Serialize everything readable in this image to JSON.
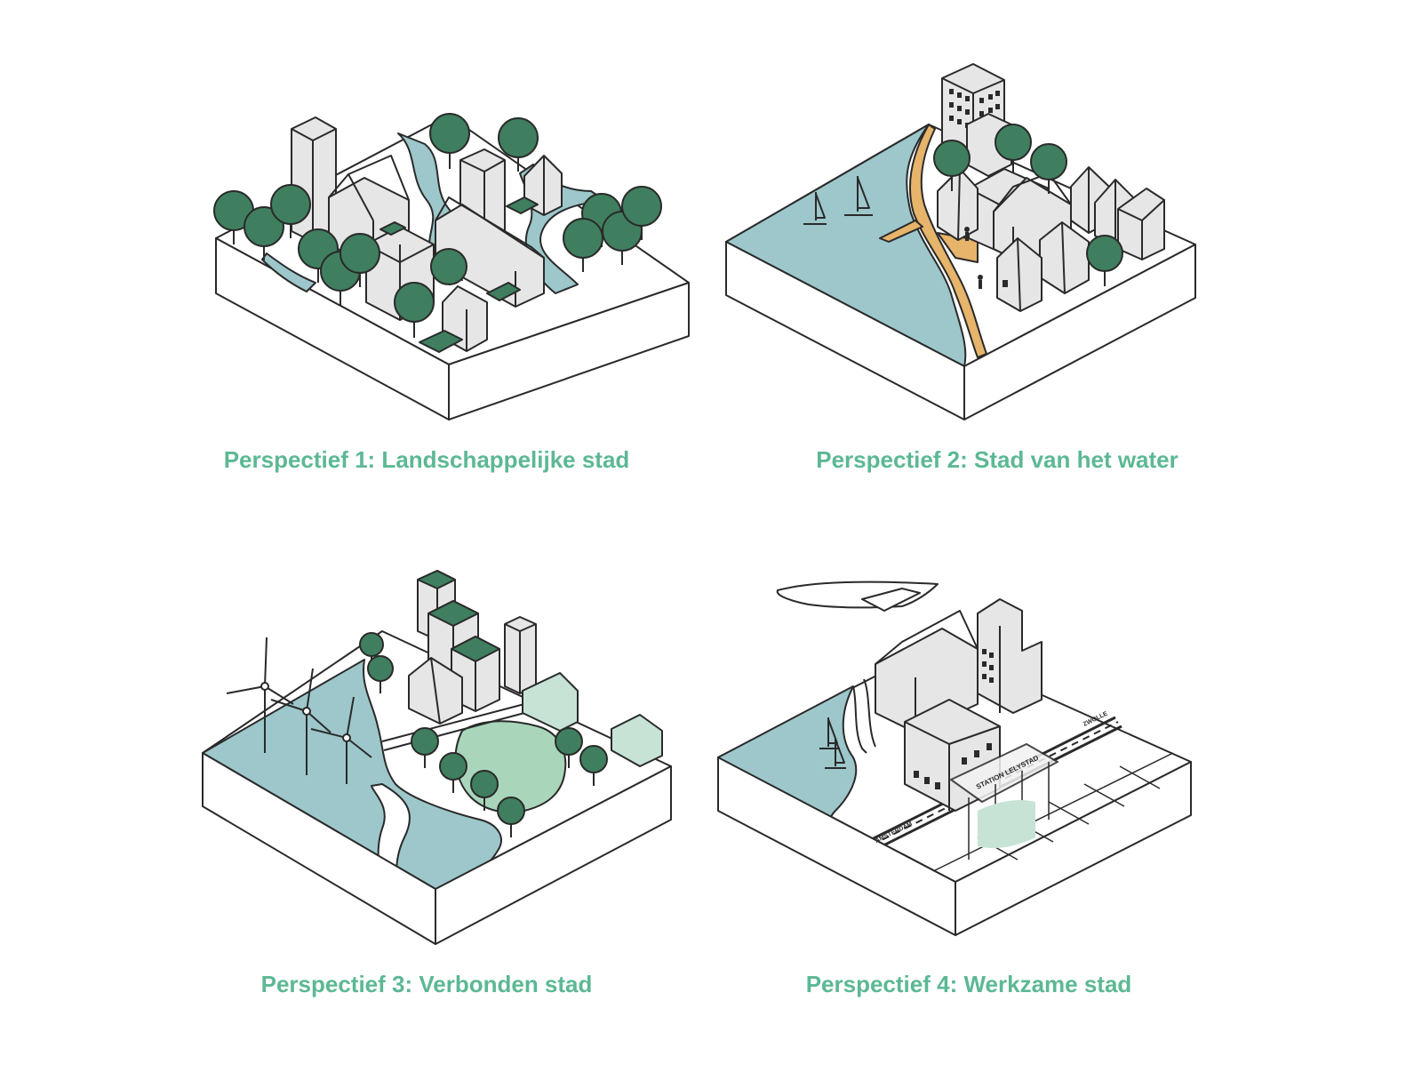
{
  "colors": {
    "caption": "#5cb894",
    "stroke": "#2a2a2a",
    "building": "#e6e6e6",
    "tree": "#3f7f5f",
    "water": "#9dc7cb",
    "path": "#e6b46a",
    "park": "#a9d6bb"
  },
  "panels": [
    {
      "caption": "Perspectief 1: Landschappelijke stad"
    },
    {
      "caption": "Perspectief 2: Stad van het water"
    },
    {
      "caption": "Perspectief 3: Verbonden stad"
    },
    {
      "caption": "Perspectief 4: Werkzame stad",
      "labels": {
        "station": "STATION LELYSTAD",
        "west": "AMSTERDAM",
        "east": "ZWOLLE"
      }
    }
  ]
}
